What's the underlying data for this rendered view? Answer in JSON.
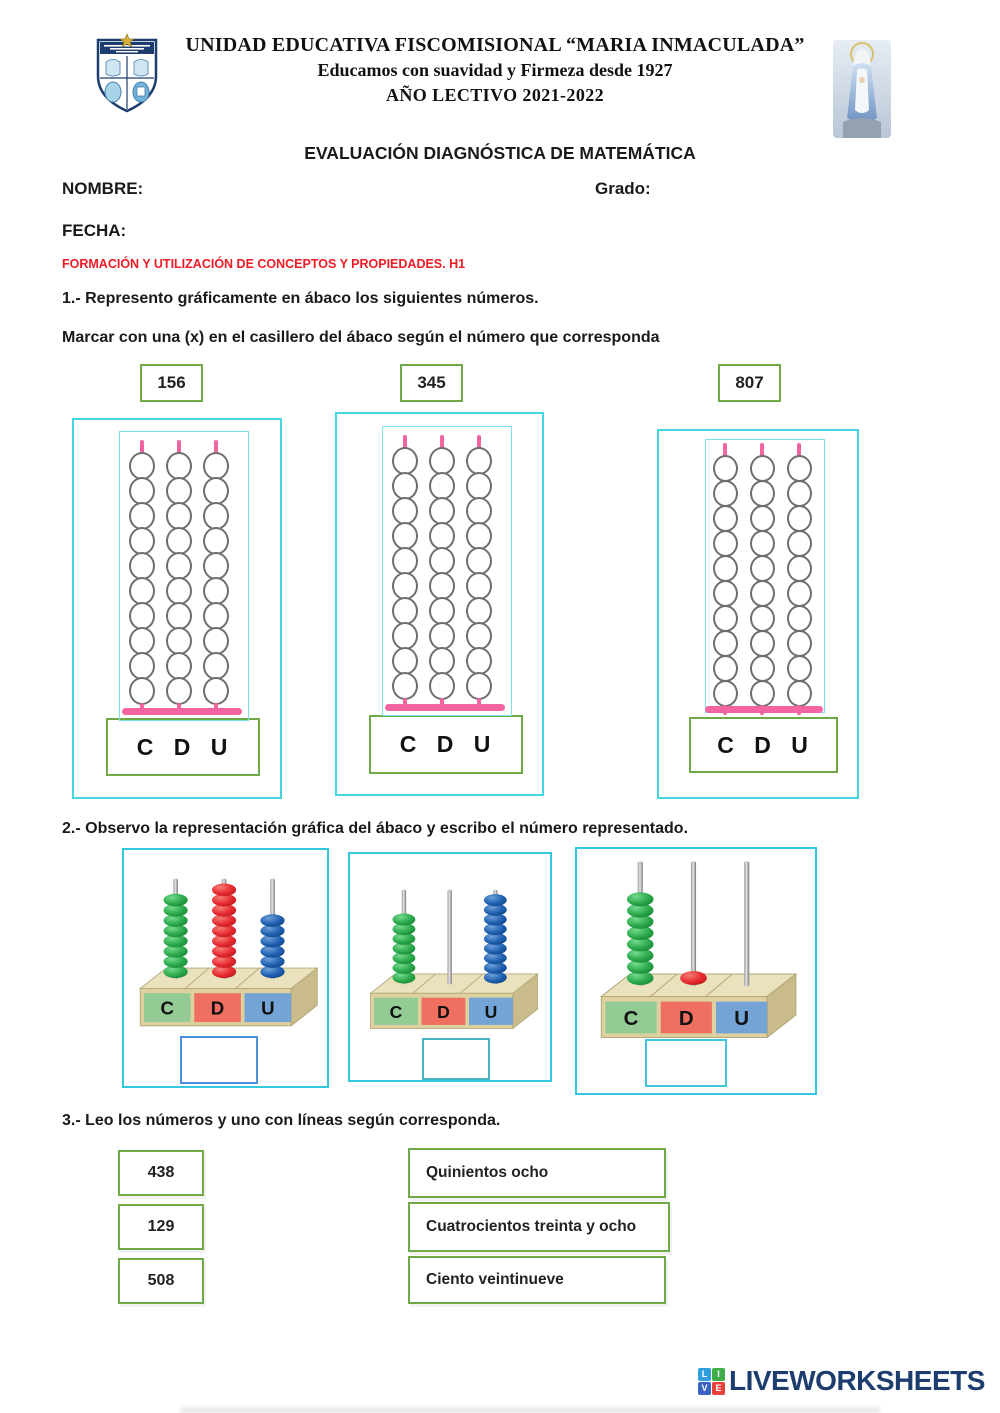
{
  "header": {
    "school_name": "UNIDAD EDUCATIVA FISCOMISIONAL “MARIA INMACULADA”",
    "motto": "Educamos con suavidad y Firmeza desde 1927",
    "year": "AÑO LECTIVO 2021-2022"
  },
  "title": "EVALUACIÓN DIAGNÓSTICA DE MATEMÁTICA",
  "fields": {
    "name_label": "NOMBRE:",
    "grade_label": "Grado:",
    "date_label": "FECHA:"
  },
  "section_tag": "FORMACIÓN Y UTILIZACIÓN DE CONCEPTOS Y PROPIEDADES. H1",
  "q1": {
    "title": "1.- Represento gráficamente en ábaco los siguientes números.",
    "instruction": "Marcar con una (x) en el casillero del ábaco según el número que corresponda",
    "numbers": [
      "156",
      "345",
      "807"
    ],
    "cdu_label": "C D U",
    "rows_per_column": 10,
    "columns": 3
  },
  "q2": {
    "title": "2.- Observo la representación gráfica del ábaco y escribo el número representado.",
    "place_labels": [
      "C",
      "D",
      "U"
    ],
    "abacuses": [
      {
        "beads_c": 8,
        "beads_d": 9,
        "beads_u": 6
      },
      {
        "beads_c": 7,
        "beads_d": 0,
        "beads_u": 9
      },
      {
        "beads_c": 8,
        "beads_d": 1,
        "beads_u": 0
      }
    ],
    "answer_values": [
      "",
      "",
      ""
    ]
  },
  "q3": {
    "title": "3.-  Leo los números y uno con líneas según corresponda.",
    "numbers": [
      "438",
      "129",
      "508"
    ],
    "words": [
      "Quinientos ocho",
      "Cuatrocientos treinta y ocho",
      "Ciento veintinueve"
    ]
  },
  "footer": {
    "brand": "LIVEWORKSHEETS",
    "logo_letters": [
      "L",
      "I",
      "V",
      "E"
    ],
    "logo_colors": [
      "#2f9fdc",
      "#3fae49",
      "#3b63c4",
      "#e8413c"
    ],
    "brand_color": "#1d3d6f"
  },
  "colors": {
    "frame_cyan": "#45d6e4",
    "box_green": "#6faa46",
    "pink": "#f464a0",
    "ring_gray": "#6e6e6e",
    "bead_green": "#2aa84a",
    "bead_green_light": "#74d98e",
    "bead_green_dark": "#157a30",
    "bead_red": "#e6282e",
    "bead_red_light": "#f57d74",
    "bead_red_dark": "#a8181d",
    "bead_blue": "#1d5fb0",
    "bead_blue_light": "#6e9fd8",
    "bead_blue_dark": "#123f78",
    "base_front": "#ddd1a0",
    "base_top": "#eae1bd",
    "base_side": "#c9bc8a",
    "cell_c": "#94ca94",
    "cell_d": "#ef7060",
    "cell_u": "#74a3d6",
    "answer_borders": [
      "#4a8fd8",
      "#49b0c4",
      "#3fc6dc"
    ]
  }
}
